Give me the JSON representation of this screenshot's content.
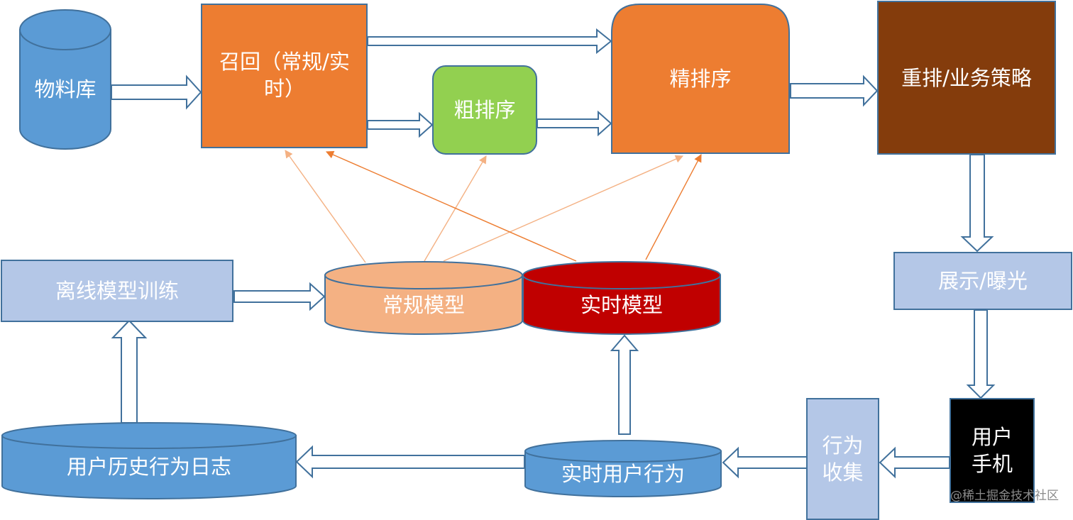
{
  "colors": {
    "blue": "#5b9bd5",
    "blue_dark": "#41719c",
    "orange": "#ed7d31",
    "green": "#92d050",
    "brown": "#843c0c",
    "light_blue": "#b4c7e7",
    "peach": "#f4b183",
    "red": "#c00000",
    "black": "#000000",
    "arrow_thin": "#f4b183",
    "arrow_thin_dark": "#ed7d31"
  },
  "nodes": {
    "material_lib": "物料库",
    "recall": "召回（常规/实时）",
    "coarse_rank": "粗排序",
    "fine_rank": "精排序",
    "rerank": "重排/业务策略",
    "display": "展示/曝光",
    "user_phone": "用户手机",
    "behavior_collect": "行为收集",
    "realtime_behavior": "实时用户行为",
    "history_log": "用户历史行为日志",
    "offline_training": "离线模型训练",
    "regular_model": "常规模型",
    "realtime_model": "实时模型"
  },
  "watermark": "@稀土掘金技术社区"
}
